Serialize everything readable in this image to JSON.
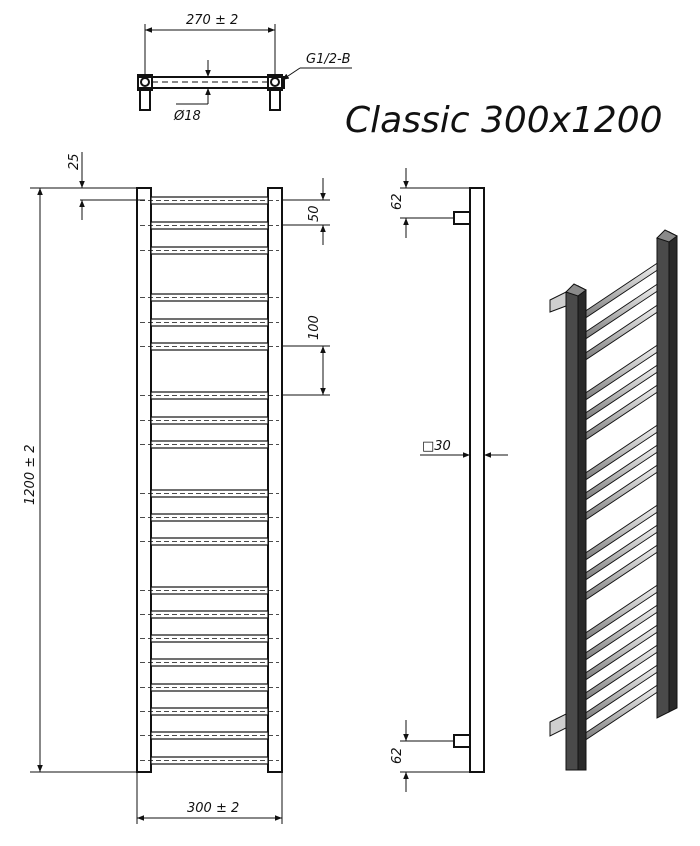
{
  "title": "Classic 300x1200",
  "top_view": {
    "width_dim": "270 ± 2",
    "thread": "G1/2-B",
    "pipe_dia": "Ø18"
  },
  "front_view": {
    "height_dim": "1200 ± 2",
    "width_dim": "300 ± 2",
    "top_offset": "25",
    "bar_pitch_small": "50",
    "bar_pitch_group": "100"
  },
  "side_view": {
    "bracket_top": "62",
    "bracket_bottom": "62",
    "profile": "□30"
  }
}
